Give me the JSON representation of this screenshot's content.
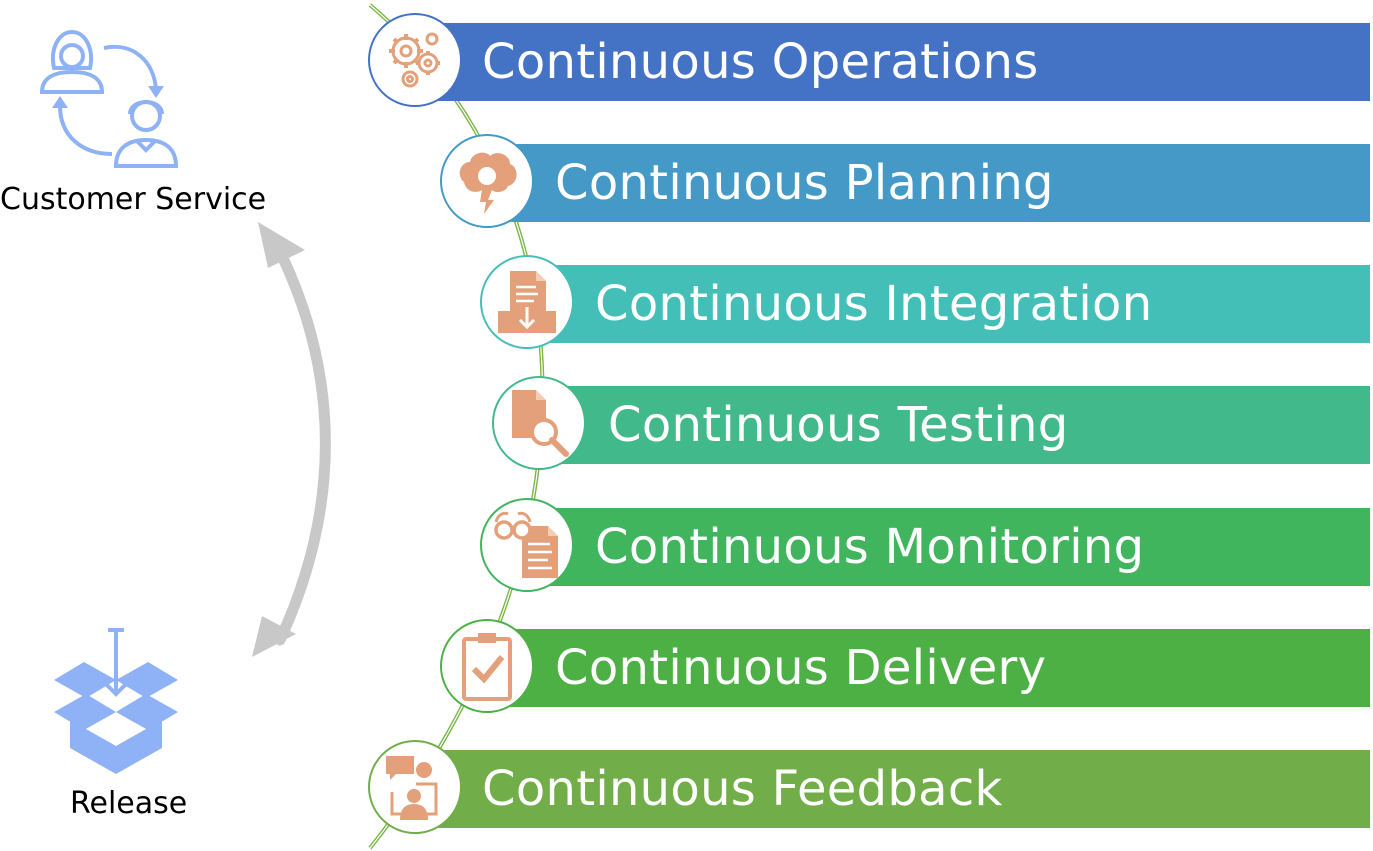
{
  "colors": {
    "icon_accent": "#e3a07a",
    "people_icon": "#8eb2f5",
    "arrow": "#c8c8c8",
    "spine": "#7ab648"
  },
  "left": {
    "customer_service": {
      "label": "Customer Service",
      "icon": "customer-service-icon"
    },
    "release": {
      "label": "Release",
      "icon": "box-download-icon"
    }
  },
  "stages": [
    {
      "label": "Continuous Operations",
      "icon": "gears-icon",
      "color": "#4472c4"
    },
    {
      "label": "Continuous Planning",
      "icon": "brain-lightbulb-icon",
      "color": "#4499c6"
    },
    {
      "label": "Continuous Integration",
      "icon": "document-tray-icon",
      "color": "#44bfb7"
    },
    {
      "label": "Continuous Testing",
      "icon": "document-magnifier-icon",
      "color": "#42b98a"
    },
    {
      "label": "Continuous Monitoring",
      "icon": "glasses-document-icon",
      "color": "#41b45e"
    },
    {
      "label": "Continuous Delivery",
      "icon": "clipboard-check-icon",
      "color": "#4db045"
    },
    {
      "label": "Continuous Feedback",
      "icon": "feedback-person-icon",
      "color": "#71ad48"
    }
  ]
}
